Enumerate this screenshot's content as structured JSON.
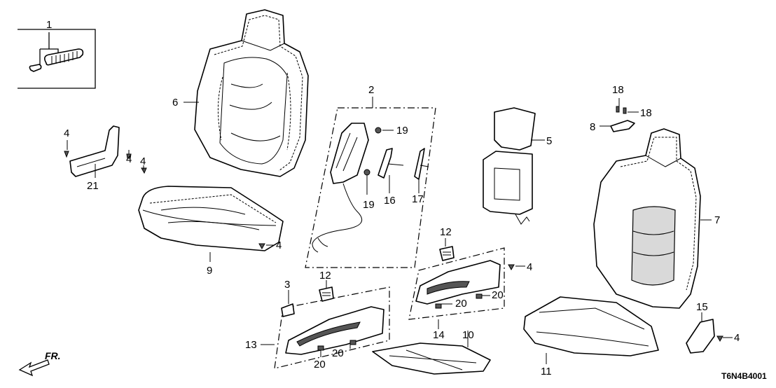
{
  "diagram": {
    "code": "T6N4B4001",
    "front_marker": "FR.",
    "callouts": [
      {
        "id": "c1",
        "label": "1"
      },
      {
        "id": "c2",
        "label": "2"
      },
      {
        "id": "c3",
        "label": "3"
      },
      {
        "id": "c4a",
        "label": "4"
      },
      {
        "id": "c4b",
        "label": "4"
      },
      {
        "id": "c4c",
        "label": "4"
      },
      {
        "id": "c4d",
        "label": "4"
      },
      {
        "id": "c4e",
        "label": "4"
      },
      {
        "id": "c4f",
        "label": "4"
      },
      {
        "id": "c5",
        "label": "5"
      },
      {
        "id": "c6",
        "label": "6"
      },
      {
        "id": "c7",
        "label": "7"
      },
      {
        "id": "c8",
        "label": "8"
      },
      {
        "id": "c9",
        "label": "9"
      },
      {
        "id": "c10",
        "label": "10"
      },
      {
        "id": "c11",
        "label": "11"
      },
      {
        "id": "c12a",
        "label": "12"
      },
      {
        "id": "c12b",
        "label": "12"
      },
      {
        "id": "c13",
        "label": "13"
      },
      {
        "id": "c14",
        "label": "14"
      },
      {
        "id": "c15",
        "label": "15"
      },
      {
        "id": "c16",
        "label": "16"
      },
      {
        "id": "c17",
        "label": "17"
      },
      {
        "id": "c18a",
        "label": "18"
      },
      {
        "id": "c18b",
        "label": "18"
      },
      {
        "id": "c19a",
        "label": "19"
      },
      {
        "id": "c19b",
        "label": "19"
      },
      {
        "id": "c20a",
        "label": "20"
      },
      {
        "id": "c20b",
        "label": "20"
      },
      {
        "id": "c20c",
        "label": "20"
      },
      {
        "id": "c20d",
        "label": "20"
      },
      {
        "id": "c21",
        "label": "21"
      }
    ]
  }
}
